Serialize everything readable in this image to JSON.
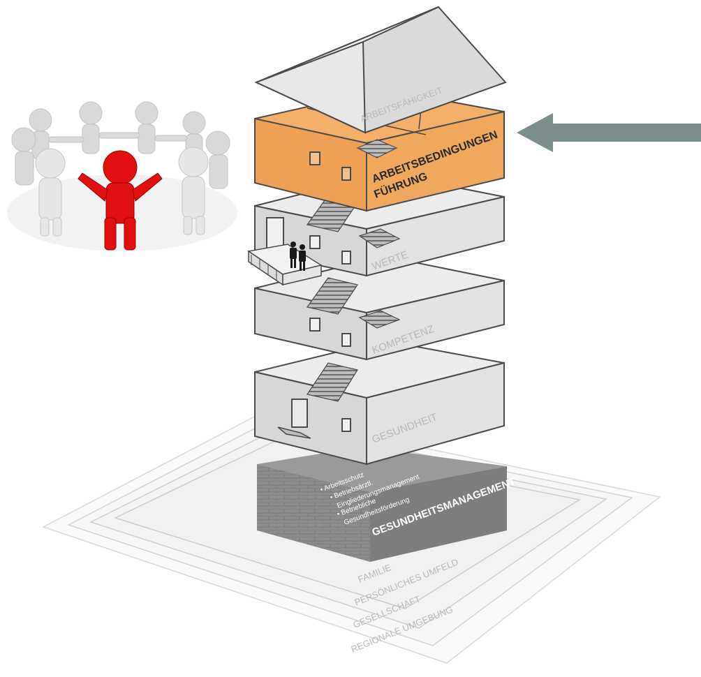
{
  "labels": {
    "roof": "ARBEITSFÄHIGKEIT",
    "floor4_line1": "ARBEITSBEDINGUNGEN",
    "floor4_line2": "FÜHRUNG",
    "floor3": "WERTE",
    "floor2": "KOMPETENZ",
    "floor1": "GESUNDHEIT",
    "foundation_title": "GESUNDHEITSMANAGEMENT",
    "foundation_items": [
      "• Arbeitsschutz",
      "• Betriebsärztl.",
      "Eingliederungsmanagement",
      "• Betriebliche",
      "Gesundheitsförderung"
    ],
    "ground_rings": [
      "FAMILIE",
      "PERSÖNLICHES UMFELD",
      "GESELLSCHAFT",
      "REGIONALE UMGEBUNG"
    ]
  },
  "icons": {
    "team": "team-circle-leader-icon",
    "arrow": "arrow-left-icon"
  },
  "colors": {
    "highlight_floor": "#f0a04b",
    "highlight_text": "#2a2a2a",
    "floor_top": "#e6e6e6",
    "floor_side": "#d2d2d2",
    "outline": "#4a4a4a",
    "faint_text": "#b8b8b8",
    "foundation": "#8a8a8a",
    "arrow": "#7c8e8c",
    "leader": "#e01010",
    "figures": "#dcdcdc"
  }
}
